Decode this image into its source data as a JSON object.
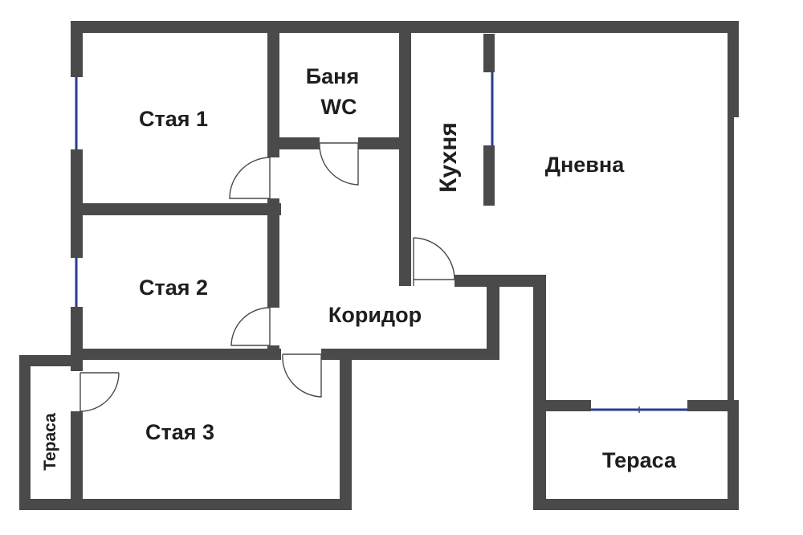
{
  "rooms": {
    "staya1": "Стая 1",
    "banya": "Баня",
    "wc": "WC",
    "kuhnya": "Кухня",
    "dnevna": "Дневна",
    "staya2": "Стая 2",
    "koridor": "Коридор",
    "staya3": "Стая 3",
    "terasa_left": "Тераса",
    "terasa_right": "Тераса"
  }
}
